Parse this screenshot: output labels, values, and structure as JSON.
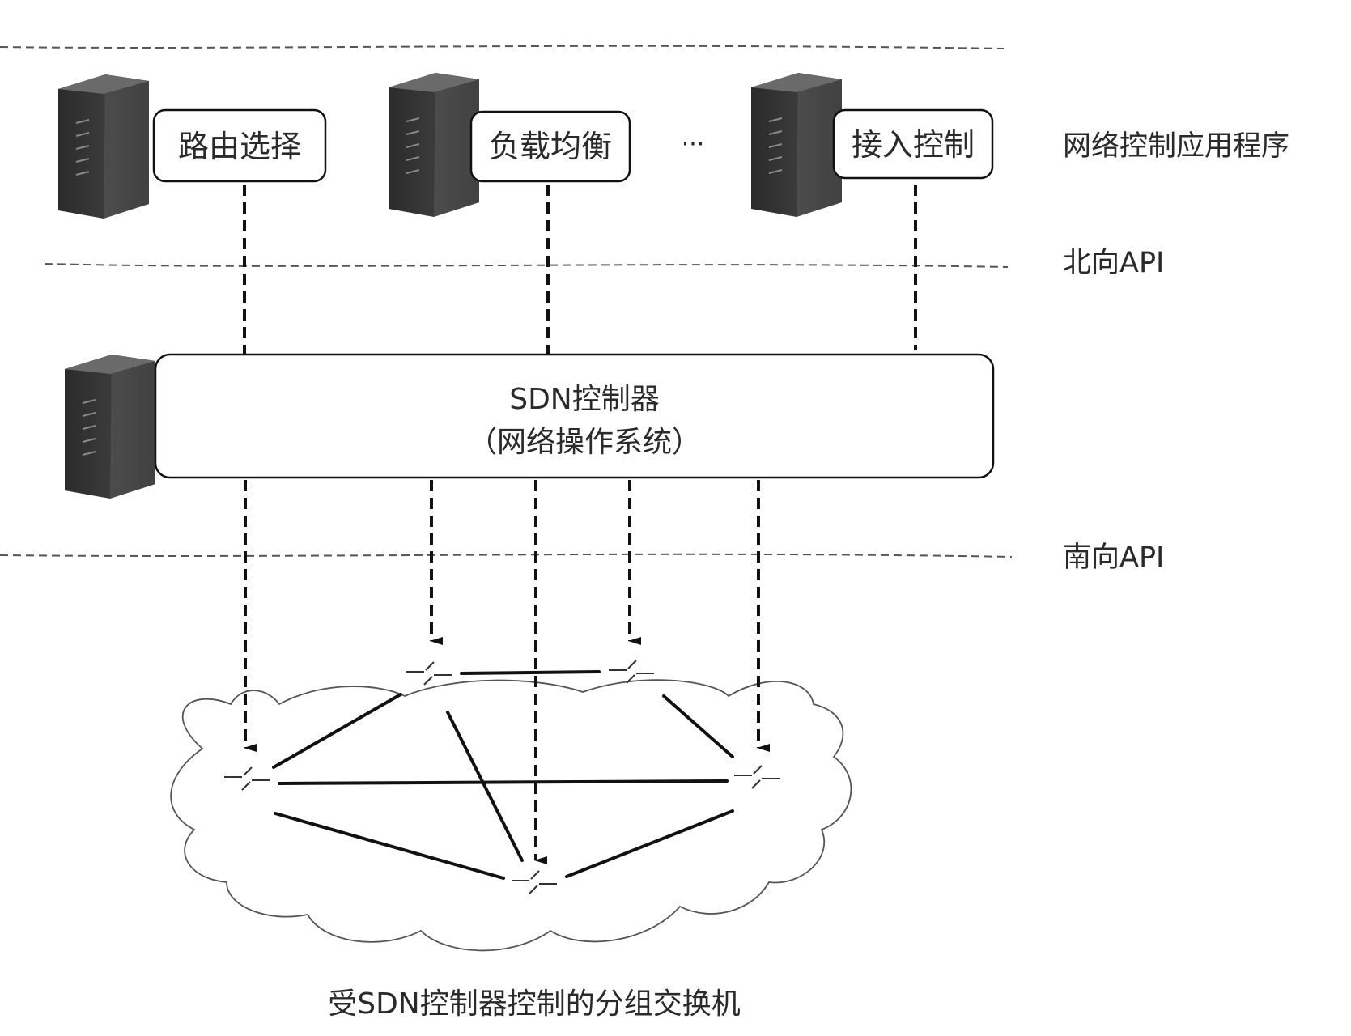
{
  "apps": [
    {
      "label": "路由选择"
    },
    {
      "label": "负载均衡"
    },
    {
      "label": "接入控制"
    }
  ],
  "ellipsis": "···",
  "layers": {
    "applications": "网络控制应用程序",
    "northbound": "北向API",
    "southbound": "南向API"
  },
  "controller": {
    "line1": "SDN控制器",
    "line2": "（网络操作系统）"
  },
  "network_caption": "受SDN控制器控制的分组交换机"
}
